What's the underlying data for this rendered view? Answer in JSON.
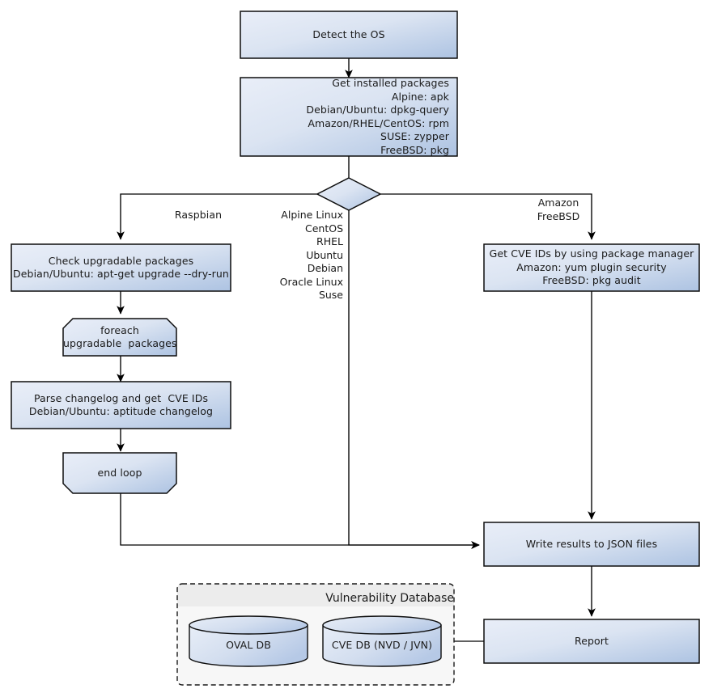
{
  "diagram": {
    "title": "Vulnerability scanning flowchart",
    "colors": {
      "node_fill_light": "#e3e9f5",
      "node_fill_dark": "#aec4e3",
      "node_stroke": "#0d0d0d",
      "group_header": "#ececec",
      "group_body": "#f7f7f7",
      "group_stroke": "#1a1a1a",
      "text": "#1a1a1a",
      "line": "#000000"
    },
    "nodes": {
      "detect_os": {
        "label": "Detect the OS",
        "align": "center"
      },
      "get_installed_packages": {
        "align": "right",
        "lines": [
          "Get installed packages",
          "Alpine: apk",
          "Debian/Ubuntu: dpkg-query",
          "Amazon/RHEL/CentOS: rpm",
          "SUSE: zypper",
          "FreeBSD: pkg"
        ]
      },
      "os_decision": {
        "label": ""
      },
      "check_upgradable": {
        "align": "center",
        "lines": [
          "Check upgradable packages",
          "Debian/Ubuntu: apt-get upgrade --dry-run"
        ]
      },
      "foreach_loop": {
        "align": "center",
        "lines": [
          "foreach",
          "upgradable  packages"
        ]
      },
      "parse_changelog": {
        "align": "center",
        "lines": [
          "Parse changelog and get  CVE IDs",
          "Debian/Ubuntu: aptitude changelog"
        ]
      },
      "end_loop": {
        "label": "end loop",
        "align": "center"
      },
      "get_cve_ids": {
        "align": "center",
        "lines": [
          "Get CVE IDs by using package manager",
          "Amazon: yum plugin security",
          "FreeBSD: pkg audit"
        ]
      },
      "write_results": {
        "label": "Write results to JSON files",
        "align": "center"
      },
      "report": {
        "label": "Report",
        "align": "center"
      },
      "oval_db": {
        "label": "OVAL DB",
        "align": "center"
      },
      "cve_db": {
        "label": "CVE DB (NVD / JVN)",
        "align": "center"
      }
    },
    "group": {
      "vulnerability_database": {
        "title": "Vulnerability Database"
      }
    },
    "edge_labels": {
      "raspbian": {
        "text": "Raspbian",
        "align": "center"
      },
      "middle_branch": {
        "align": "right",
        "lines": [
          "Alpine Linux",
          "CentOS",
          "RHEL",
          "Ubuntu",
          "Debian",
          "Oracle Linux",
          "Suse"
        ]
      },
      "right_branch": {
        "align": "center",
        "lines": [
          "Amazon",
          "FreeBSD"
        ]
      }
    }
  }
}
